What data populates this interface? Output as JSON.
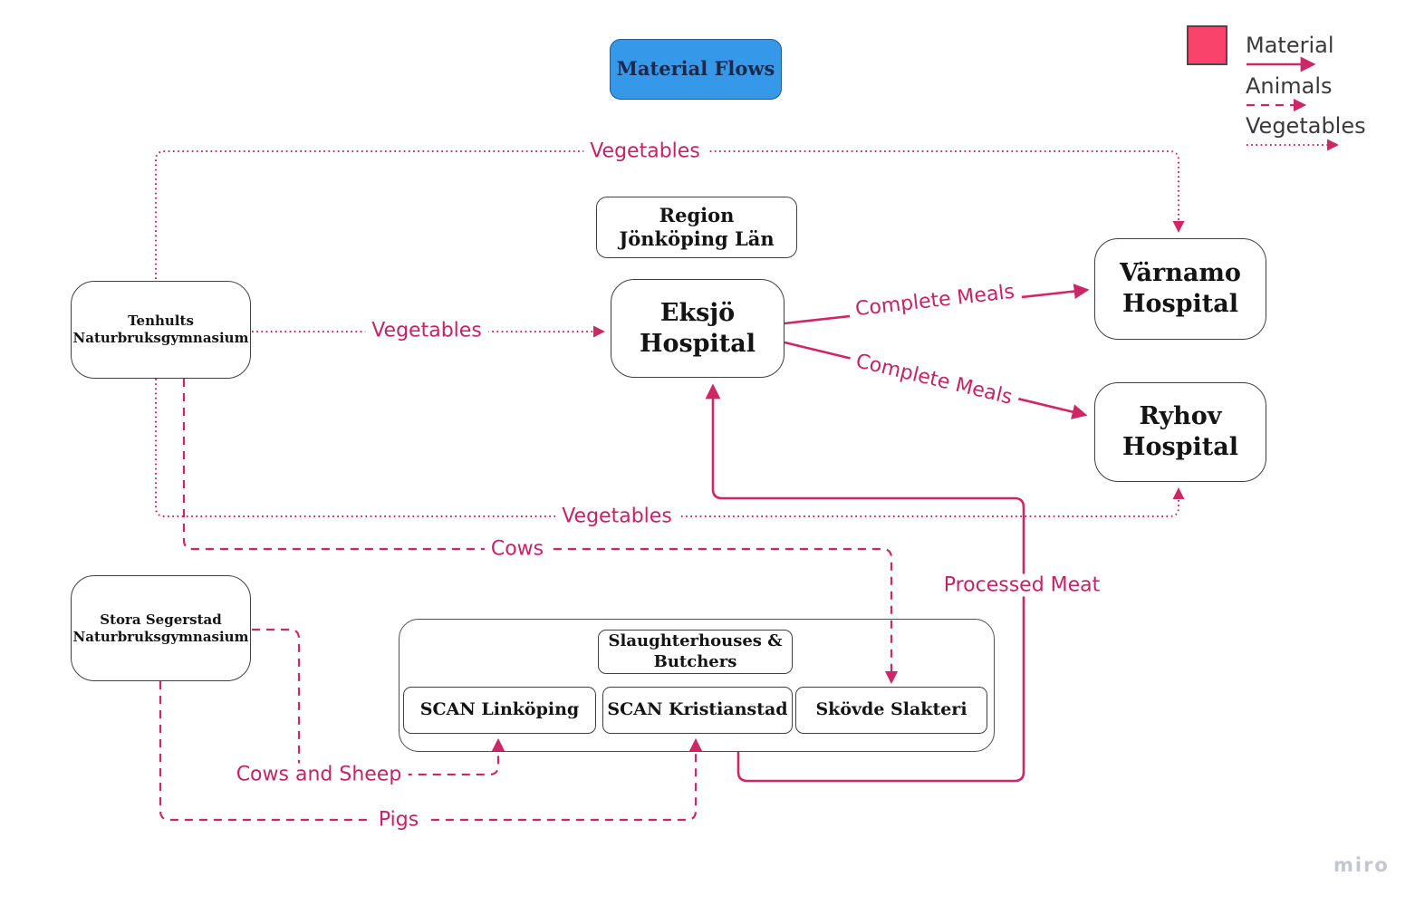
{
  "title": {
    "label": "Material Flows"
  },
  "legend": {
    "items": [
      {
        "label": "Material",
        "line_style": "solid"
      },
      {
        "label": "Animals",
        "line_style": "dashed"
      },
      {
        "label": "Vegetables",
        "line_style": "dotted"
      }
    ]
  },
  "nodes": {
    "region": "Region\nJönköping Län",
    "tenhults": "Tenhults\nNaturbruksgymnasium",
    "eksjo": "Eksjö\nHospital",
    "varnamo": "Värnamo\nHospital",
    "ryhov": "Ryhov\nHospital",
    "stora_segerstad": "Stora Segerstad\nNaturbruksgymnasium",
    "slaughterhouses": "Slaughterhouses &\nButchers",
    "scan_linkoping": "SCAN Linköping",
    "scan_kristianstad": "SCAN Kristianstad",
    "skovde_slakteri": "Skövde Slakteri"
  },
  "flows": {
    "vegetables_top": "Vegetables",
    "vegetables_mid": "Vegetables",
    "vegetables_bottom": "Vegetables",
    "cows": "Cows",
    "cows_and_sheep": "Cows and Sheep",
    "pigs": "Pigs",
    "processed_meat": "Processed Meat",
    "complete_meals_top": "Complete Meals",
    "complete_meals_bottom": "Complete Meals"
  },
  "colors": {
    "pink_line": "#ce2768",
    "pink_text": "#c62367",
    "legend_swatch": "#f9436b",
    "title_fill": "#3598e8",
    "title_text": "#1b2a4c",
    "legend_text": "#3a3a3a",
    "box_border": "#404040",
    "watermark": "#c5c6d0"
  },
  "watermark": "miro"
}
